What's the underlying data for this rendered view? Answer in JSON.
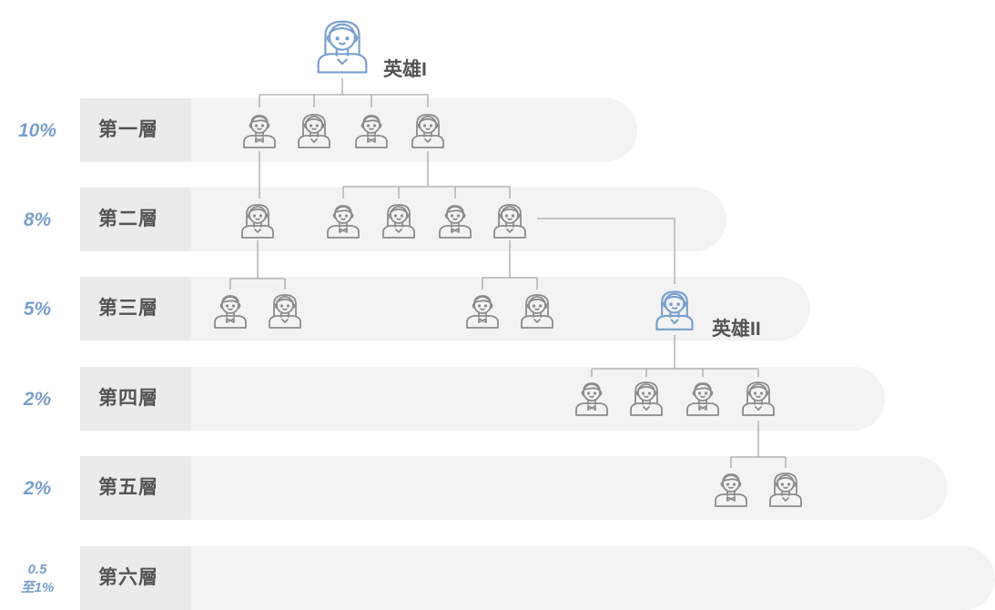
{
  "levels": [
    {
      "name": "第一層",
      "rate": "10%"
    },
    {
      "name": "第二層",
      "rate": "8%"
    },
    {
      "name": "第三層",
      "rate": "5%"
    },
    {
      "name": "第四層",
      "rate": "2%"
    },
    {
      "name": "第五層",
      "rate": "2%"
    },
    {
      "name": "第六層",
      "rate_lines": [
        "0.5",
        "至1%"
      ]
    }
  ],
  "heroes": {
    "hero1_label": "英雄I",
    "hero2_label": "英雄II"
  },
  "colors": {
    "accent": "#7a9fce",
    "band": "#f3f3f3",
    "level_box": "#ebebeb",
    "icon": "#8c8c8c",
    "connector": "#a8a8a8",
    "label_text": "#545454"
  }
}
